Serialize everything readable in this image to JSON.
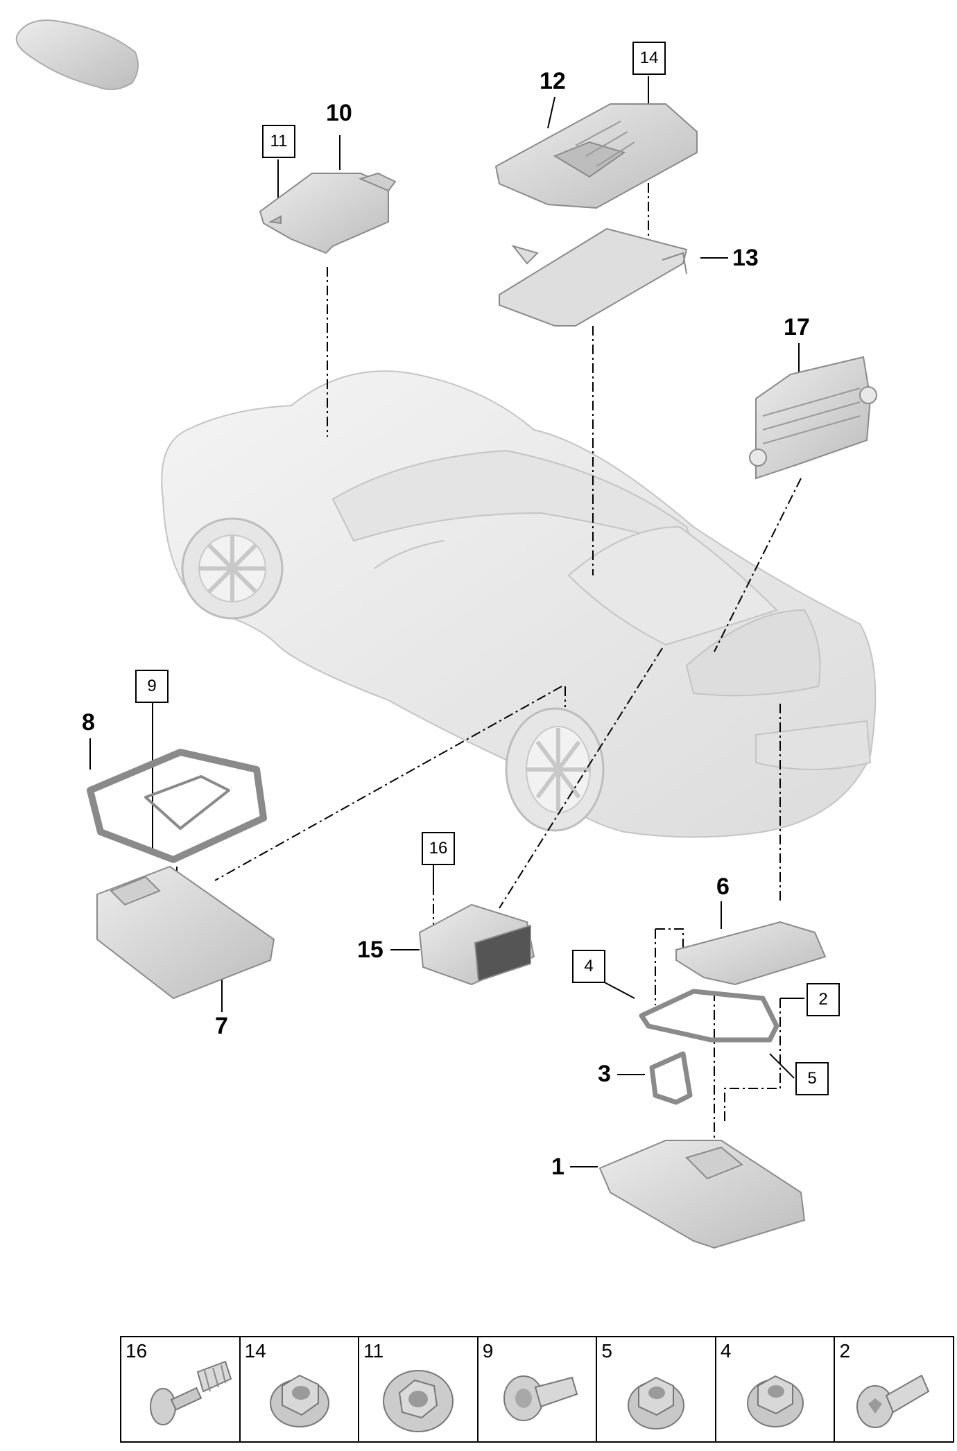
{
  "callouts": {
    "c1": "1",
    "c3": "3",
    "c6": "6",
    "c7": "7",
    "c8": "8",
    "c10": "10",
    "c12": "12",
    "c13": "13",
    "c15": "15",
    "c17": "17"
  },
  "boxed_callouts": {
    "b2": "2",
    "b4": "4",
    "b5": "5",
    "b9": "9",
    "b11": "11",
    "b14": "14",
    "b16": "16"
  },
  "fastener_table": [
    {
      "number": "16",
      "icon": "push-rivet-icon"
    },
    {
      "number": "14",
      "icon": "flange-nut-icon"
    },
    {
      "number": "11",
      "icon": "hex-nut-icon"
    },
    {
      "number": "9",
      "icon": "flange-bolt-icon"
    },
    {
      "number": "5",
      "icon": "flange-nut-icon"
    },
    {
      "number": "4",
      "icon": "flange-nut-icon"
    },
    {
      "number": "2",
      "icon": "torx-bolt-icon"
    }
  ],
  "colors": {
    "part_fill": "#d4d4d4",
    "part_stroke": "#8a8a8a",
    "car_fill": "#eeeeee",
    "line": "#000000"
  }
}
